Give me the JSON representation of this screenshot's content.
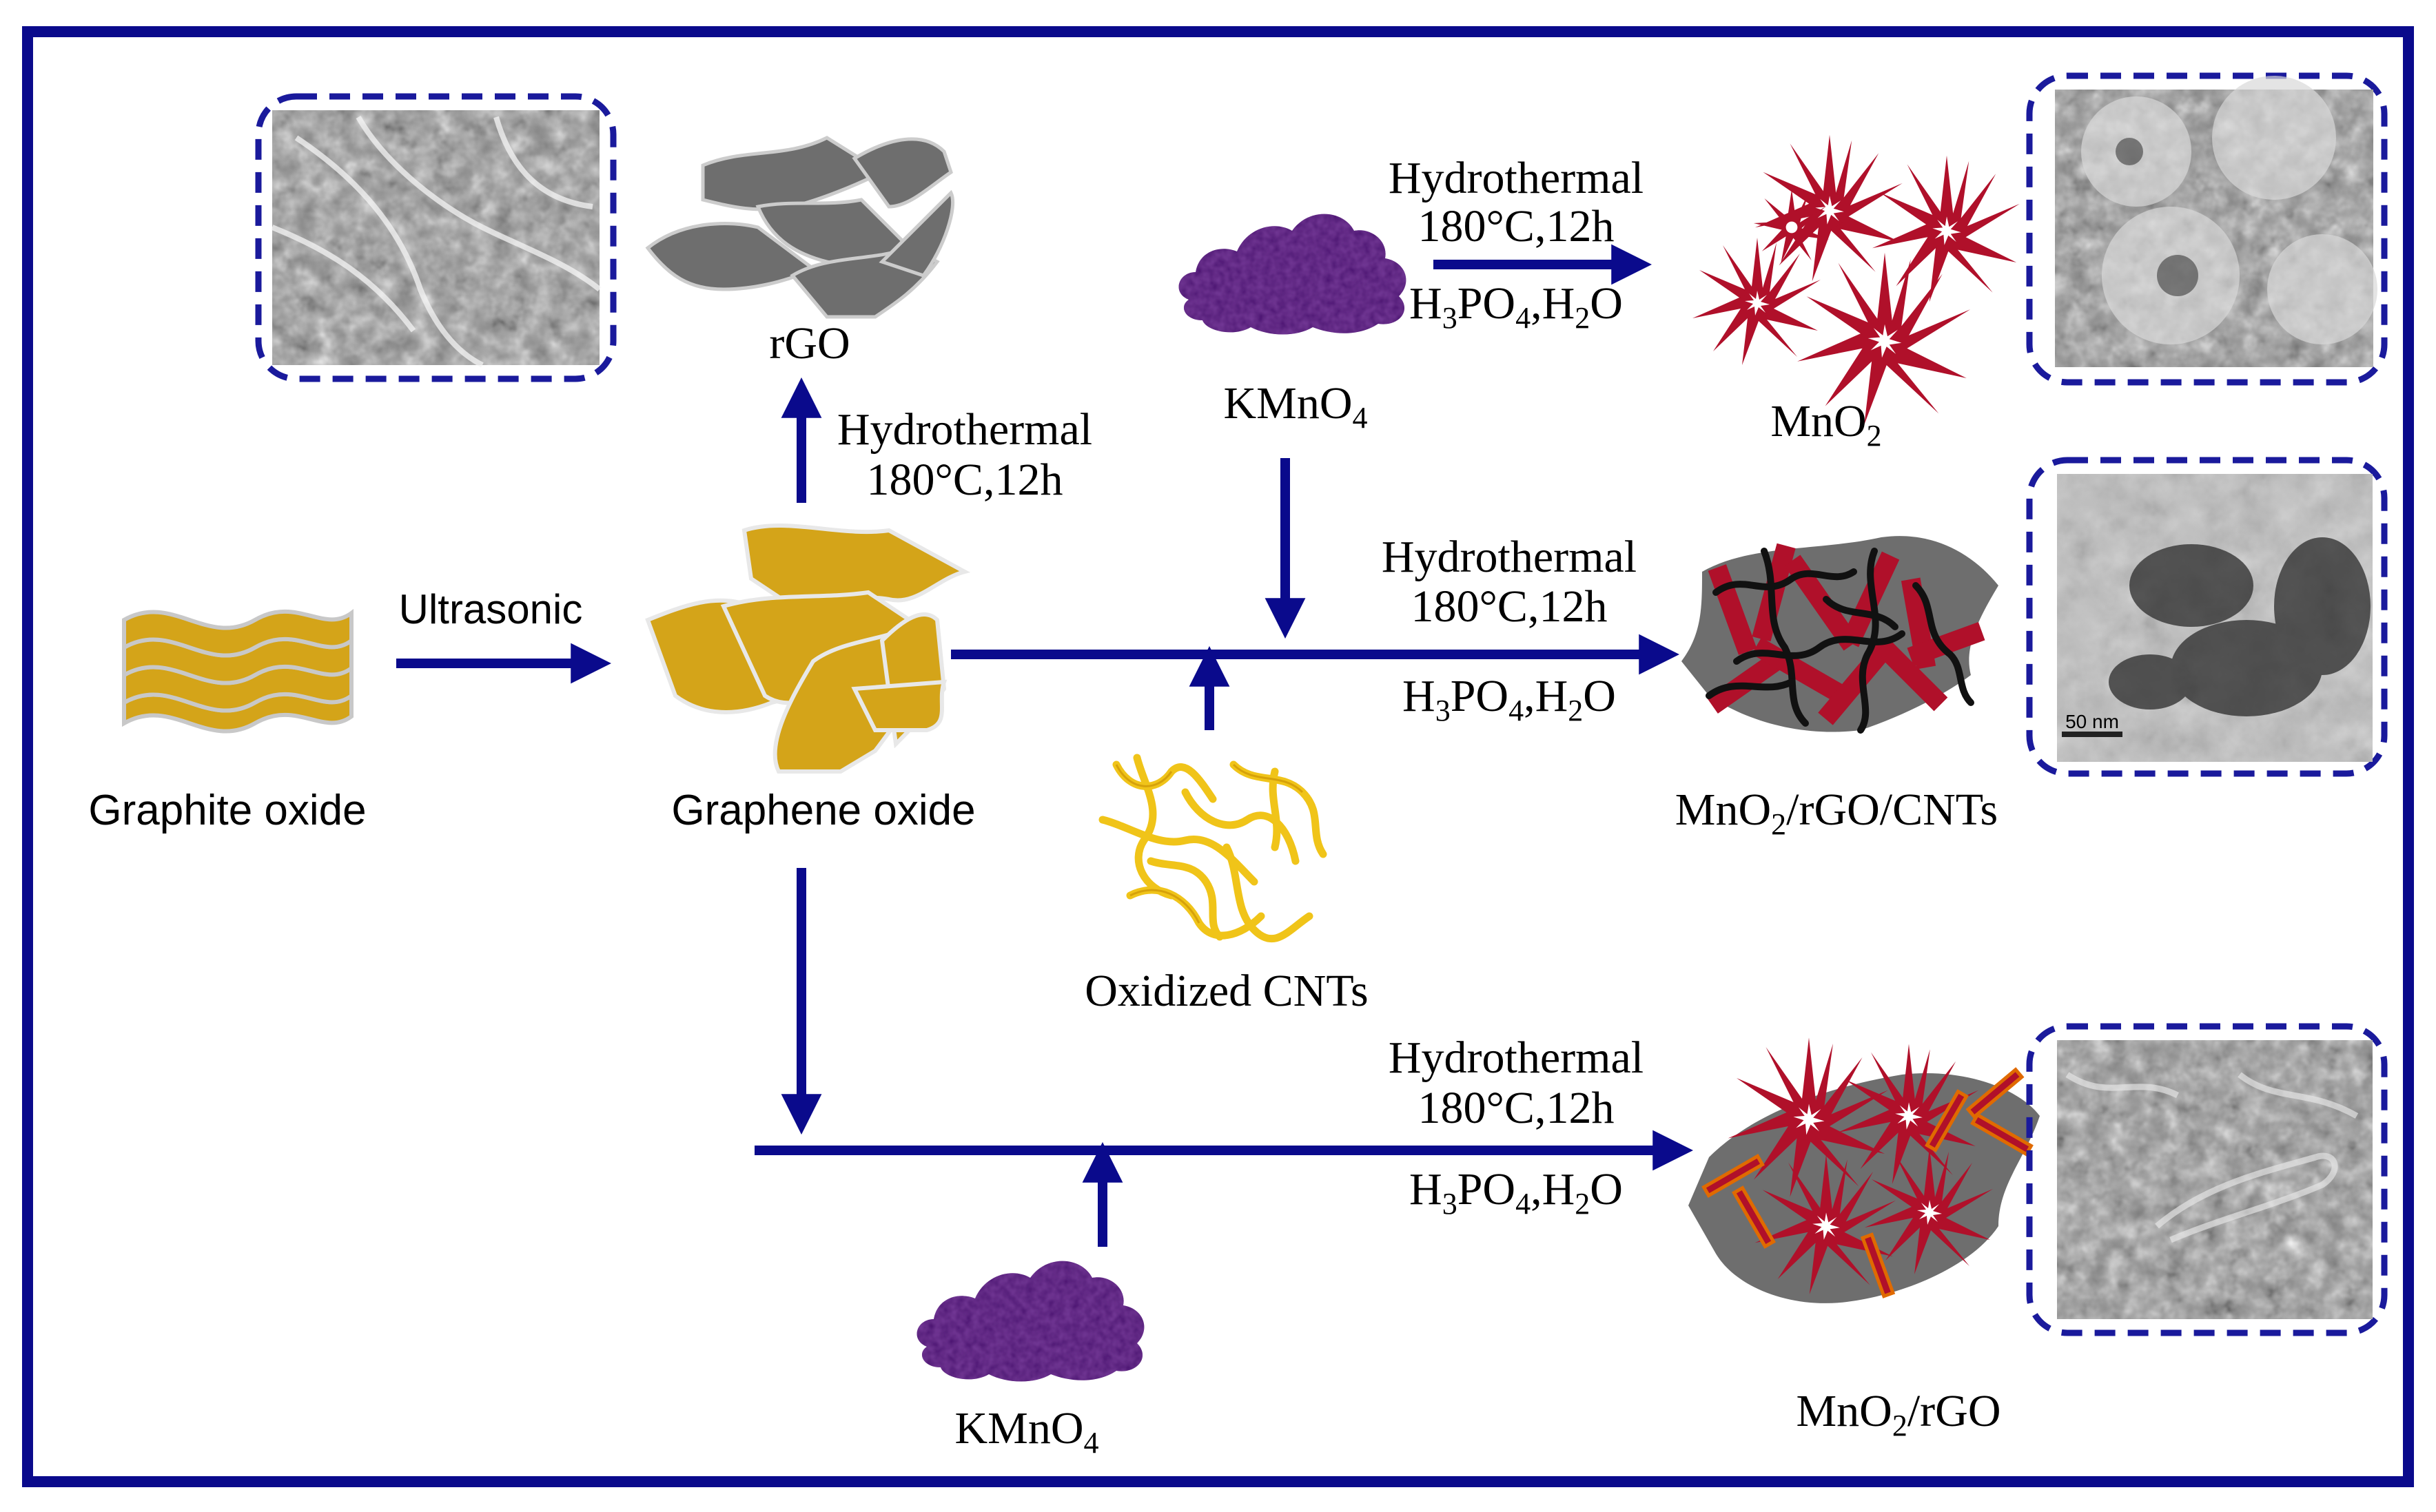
{
  "labels": {
    "graphite_oxide": "Graphite oxide",
    "ultrasonic": "Ultrasonic",
    "graphene_oxide": "Graphene oxide",
    "rgo": "rGO",
    "kmno4": {
      "base": "KMnO",
      "sub": "4"
    },
    "mno2": {
      "base": "MnO",
      "sub": "2"
    },
    "oxidized_cnts": "Oxidized CNTs",
    "mno2_rgo_cnts": {
      "base": "MnO",
      "sub": "2",
      "rest": "/rGO/CNTs"
    },
    "mno2_rgo": {
      "base": "MnO",
      "sub": "2",
      "rest": "/rGO"
    }
  },
  "conditions": {
    "hydrothermal": "Hydrothermal",
    "temp_time": "180°C,12h",
    "reagents": {
      "h": "H",
      "s3": "3",
      "po": "PO",
      "s4": "4",
      "comma": ",H",
      "s2": "2",
      "o": "O"
    }
  },
  "micrographs": {
    "tem_scale": "50 nm"
  },
  "colors": {
    "frame": "#0a0a8c",
    "arrow": "#0a0a8c",
    "dashed_box": "#1a1a9c",
    "graphene_oxide": "#d4a419",
    "rgo": "#6e6e6e",
    "mno2": "#b0102a",
    "kmno4": "#4a1470",
    "cnt_oxidized": "#f0c419",
    "cnt_black": "#111111"
  }
}
